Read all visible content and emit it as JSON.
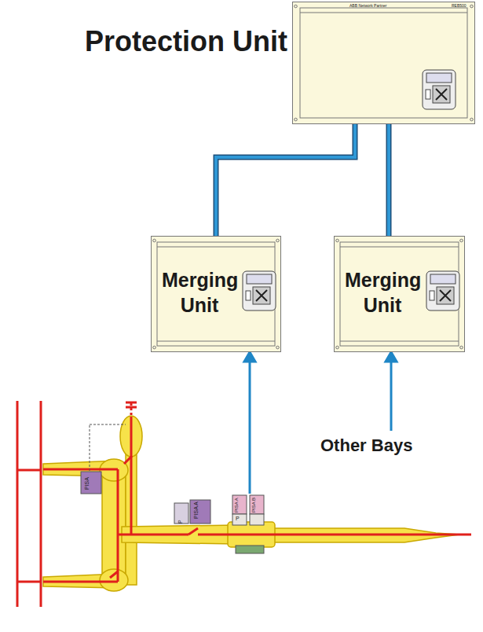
{
  "diagram": {
    "nodes": [
      {
        "text": [
          "Protection Unit"
        ]
      },
      {
        "text": [
          "Merging Unit"
        ]
      },
      {
        "text": [
          "Merging Unit"
        ]
      }
    ],
    "edges": [
      {
        "from": 0,
        "to": 1,
        "arrow": "none"
      },
      {
        "from": 0,
        "to": 2,
        "arrow": "none"
      }
    ],
    "labels": [
      "ABB Network Partner",
      "REB500",
      "Other Bays",
      "PISA",
      "P",
      "PISA A",
      "P",
      "PISA A",
      "PISA B"
    ]
  }
}
